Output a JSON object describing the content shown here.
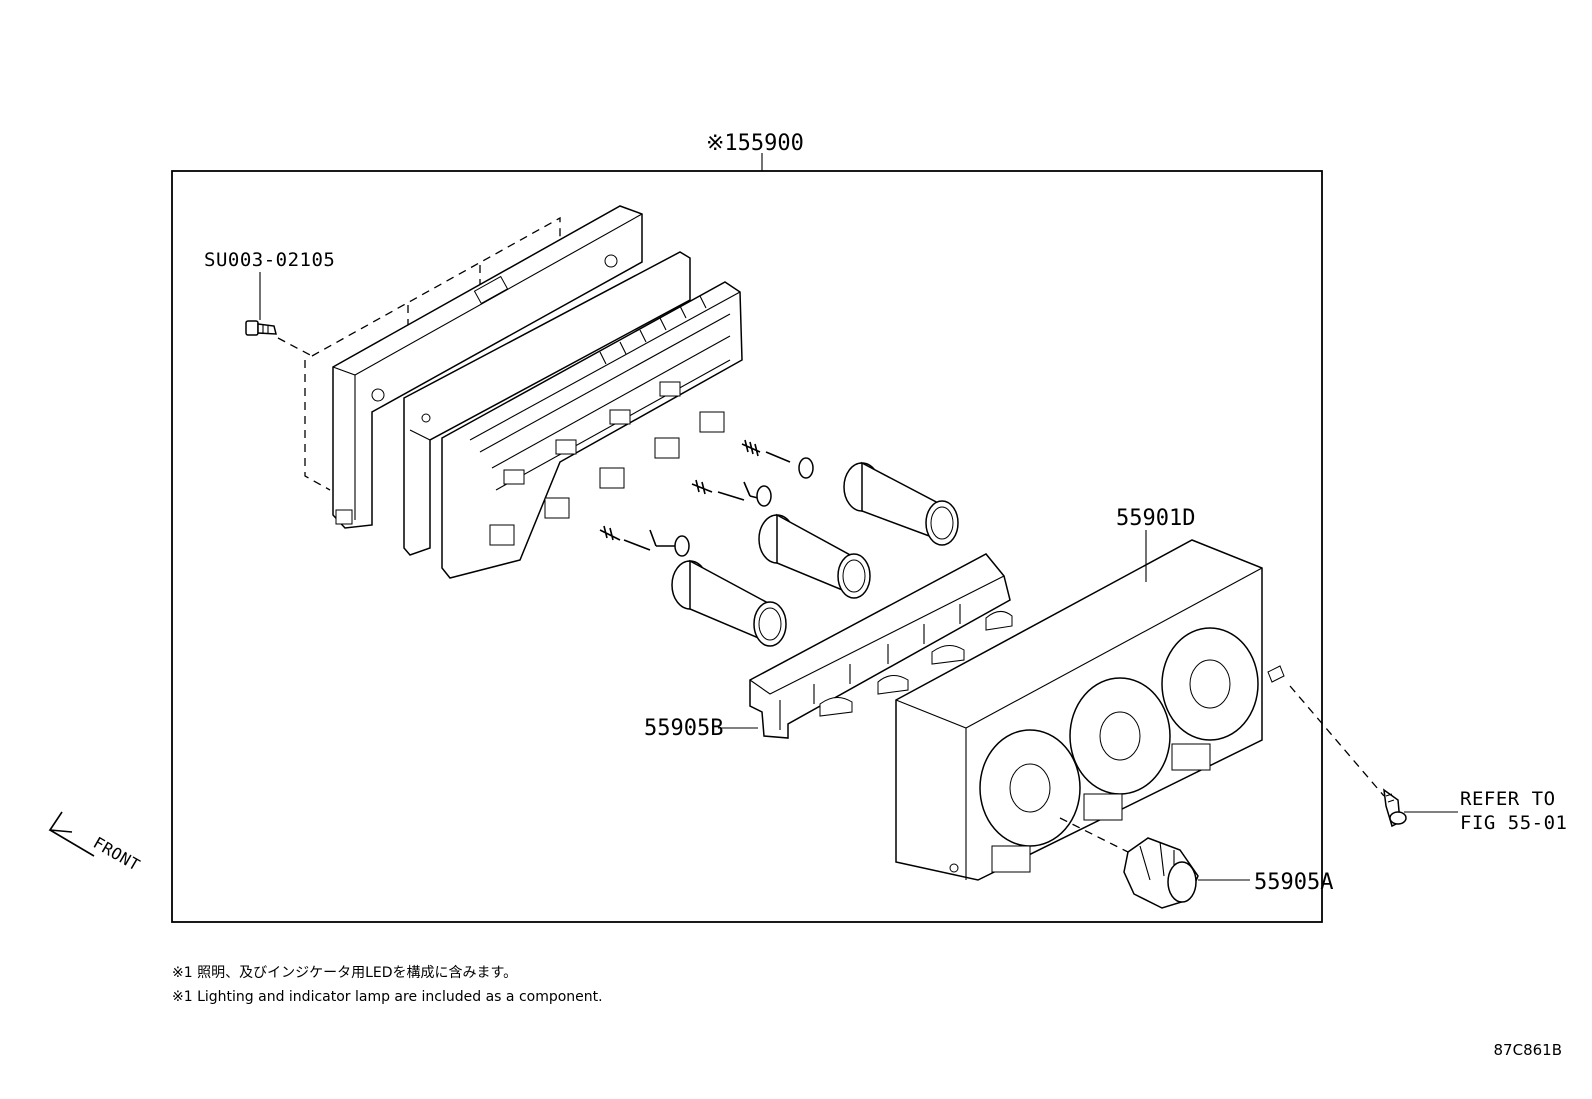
{
  "labels": {
    "assembly": "※155900",
    "screw": "SU003-02105",
    "panel": "55901D",
    "bracket": "55905B",
    "knob": "55905A",
    "refer_line1": "REFER TO",
    "refer_line2": "FIG 55-01",
    "front": "FRONT"
  },
  "notes": {
    "jp": "※1 照明、及びインジケータ用LEDを構成に含みます。",
    "en": "※1 Lighting and indicator lamp are included as a component."
  },
  "diagram_code": "87C861B"
}
